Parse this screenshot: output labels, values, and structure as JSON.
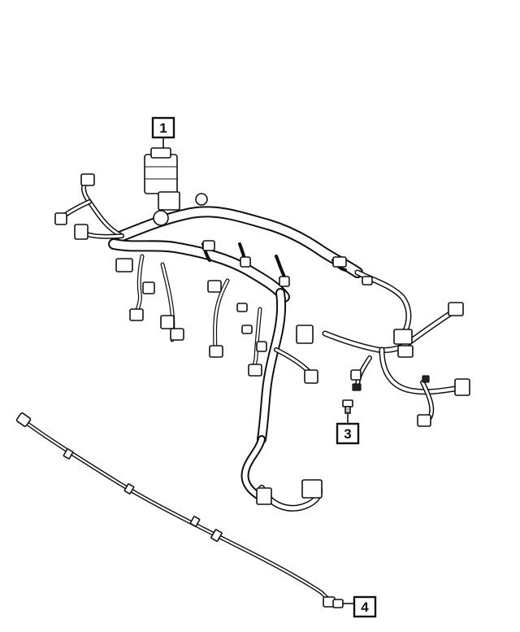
{
  "callouts": [
    {
      "id": "1",
      "label": "1"
    },
    {
      "id": "3",
      "label": "3"
    },
    {
      "id": "4",
      "label": "4"
    }
  ],
  "icons": {
    "main_harness": "engine-wiring-harness-icon",
    "fastener": "bolt-icon",
    "jumper": "jumper-wire-harness-icon"
  }
}
